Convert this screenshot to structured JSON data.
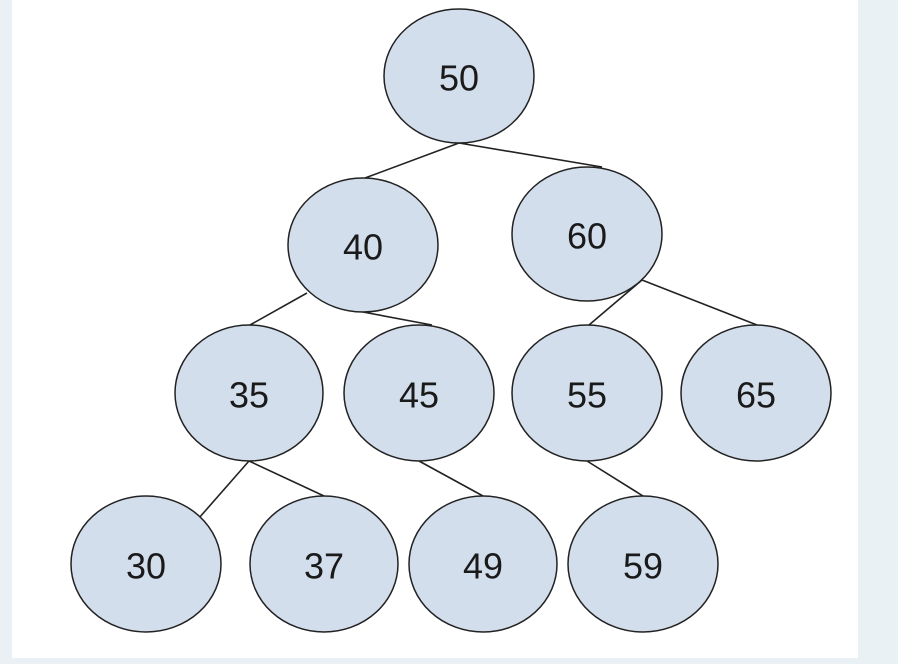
{
  "tree": {
    "nodes": [
      {
        "id": "n50",
        "label": "50"
      },
      {
        "id": "n40",
        "label": "40"
      },
      {
        "id": "n60",
        "label": "60"
      },
      {
        "id": "n35",
        "label": "35"
      },
      {
        "id": "n45",
        "label": "45"
      },
      {
        "id": "n55",
        "label": "55"
      },
      {
        "id": "n65",
        "label": "65"
      },
      {
        "id": "n30",
        "label": "30"
      },
      {
        "id": "n37",
        "label": "37"
      },
      {
        "id": "n49",
        "label": "49"
      },
      {
        "id": "n59",
        "label": "59"
      }
    ],
    "edges": [
      {
        "from": "n50",
        "to": "n40"
      },
      {
        "from": "n50",
        "to": "n60"
      },
      {
        "from": "n40",
        "to": "n35"
      },
      {
        "from": "n40",
        "to": "n45"
      },
      {
        "from": "n60",
        "to": "n55"
      },
      {
        "from": "n60",
        "to": "n65"
      },
      {
        "from": "n35",
        "to": "n30"
      },
      {
        "from": "n35",
        "to": "n37"
      },
      {
        "from": "n45",
        "to": "n49"
      },
      {
        "from": "n55",
        "to": "n59"
      }
    ]
  },
  "colors": {
    "node_fill": "#d3deec",
    "node_stroke": "#222222",
    "edge": "#222222",
    "panel_background": "#ffffff",
    "page_background": "#eaf1f5"
  }
}
